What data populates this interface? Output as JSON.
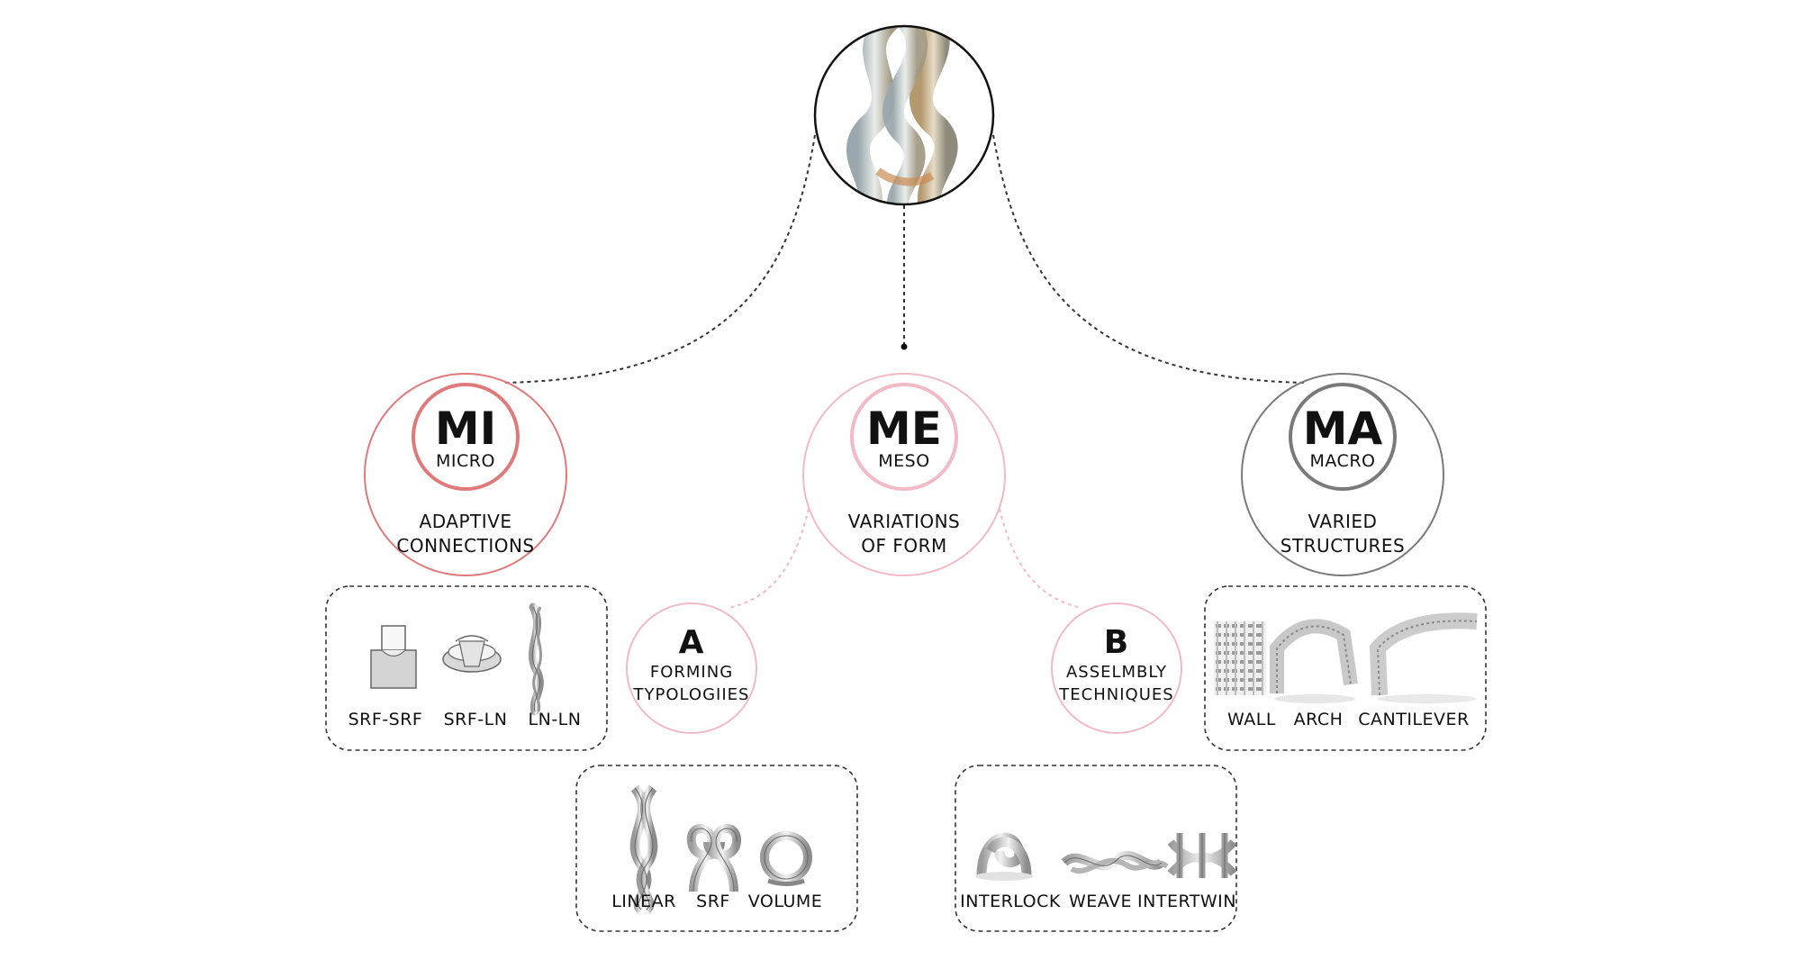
{
  "colors": {
    "micro": "#e07a7a",
    "meso": "#f2b9c6",
    "macro": "#7a7a7a",
    "text": "#111111",
    "dash": "#333333"
  },
  "nodes": {
    "micro": {
      "code": "MI",
      "name": "MICRO",
      "desc1": "ADAPTIVE",
      "desc2": "CONNECTIONS"
    },
    "meso": {
      "code": "ME",
      "name": "MESO",
      "desc1": "VARIATIONS",
      "desc2": "OF FORM"
    },
    "macro": {
      "code": "MA",
      "name": "MACRO",
      "desc1": "VARIED",
      "desc2": "STRUCTURES"
    },
    "a": {
      "code": "A",
      "desc1": "FORMING",
      "desc2": "TYPOLOGIIES"
    },
    "b": {
      "code": "B",
      "desc1": "ASSELMBLY",
      "desc2": "TECHNIQUES"
    }
  },
  "boxes": {
    "micro": {
      "items": [
        "SRF-SRF",
        "SRF-LN",
        "LN-LN"
      ]
    },
    "macro": {
      "items": [
        "WALL",
        "ARCH",
        "CANTILEVER"
      ]
    },
    "forming": {
      "items": [
        "LINEAR",
        "SRF",
        "VOLUME"
      ]
    },
    "assembly": {
      "items": [
        "INTERLOCK",
        "WEAVE",
        "INTERTWIN"
      ]
    }
  }
}
